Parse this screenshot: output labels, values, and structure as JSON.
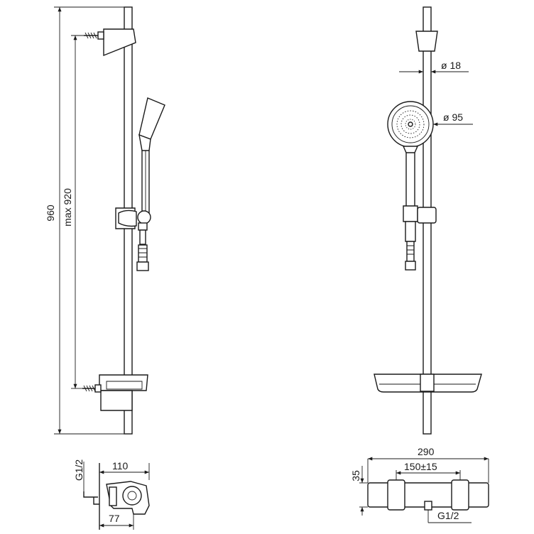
{
  "dimensions": {
    "overall_height": "960",
    "max_spacing": "max 920",
    "rail_diameter": "ø 18",
    "head_diameter": "ø 95",
    "mixer_depth": "110",
    "mixer_depth_front": "77",
    "inlet_thread_side": "G1/2",
    "mixer_width": "290",
    "center_distance": "150±15",
    "mixer_height": "35",
    "inlet_thread_front": "G1/2"
  }
}
